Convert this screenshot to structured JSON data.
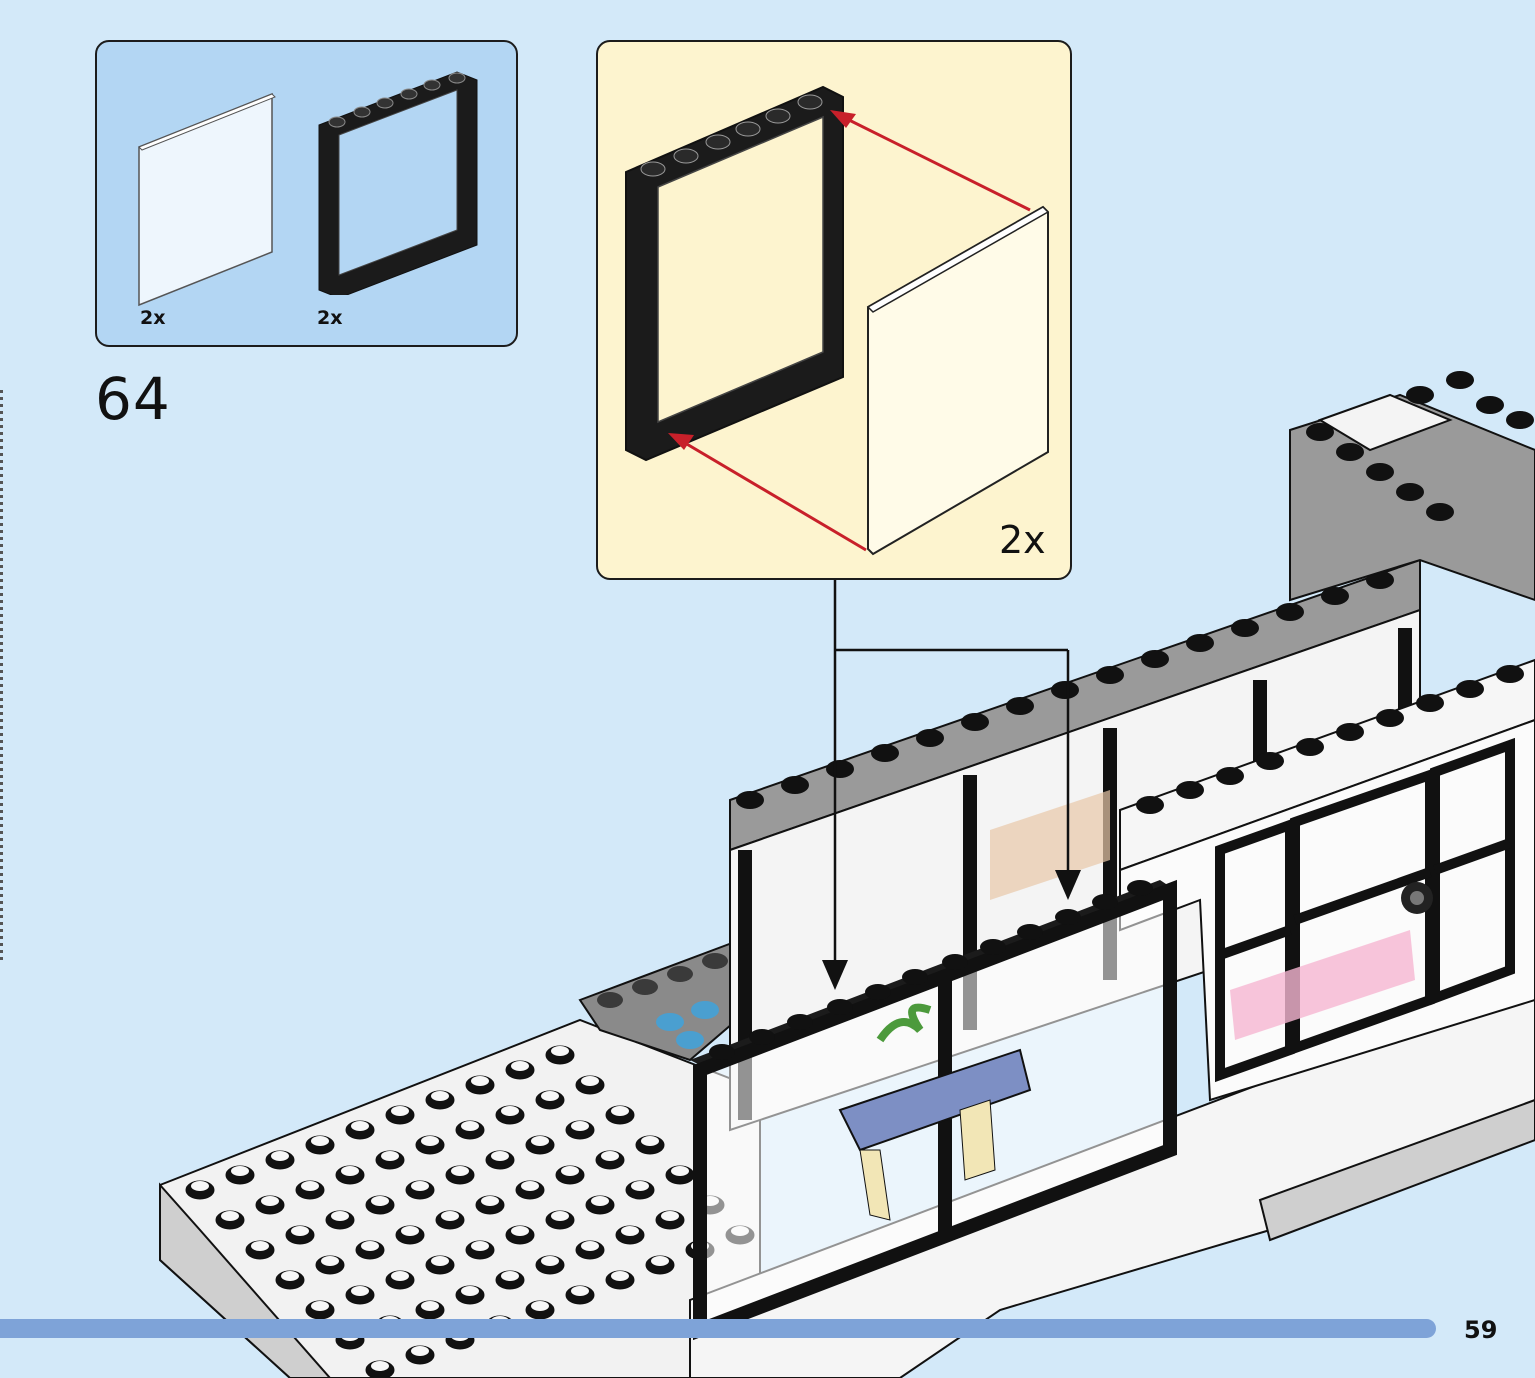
{
  "parts_callout": {
    "items": [
      {
        "icon": "transparent-glass-pane-icon",
        "qty": "2x"
      },
      {
        "icon": "black-window-frame-icon",
        "qty": "2x"
      }
    ]
  },
  "step": {
    "number": "64"
  },
  "subassembly": {
    "qty": "2x",
    "icon": "frame-with-glass-assembly-icon"
  },
  "colors": {
    "background": "#d3e9f9",
    "parts_box": "#b3d6f3",
    "subassembly_box": "#fdf4cf",
    "arrow_red": "#c8202a",
    "progress_bar": "#7ea3d8"
  },
  "footer": {
    "page_number": "59"
  }
}
